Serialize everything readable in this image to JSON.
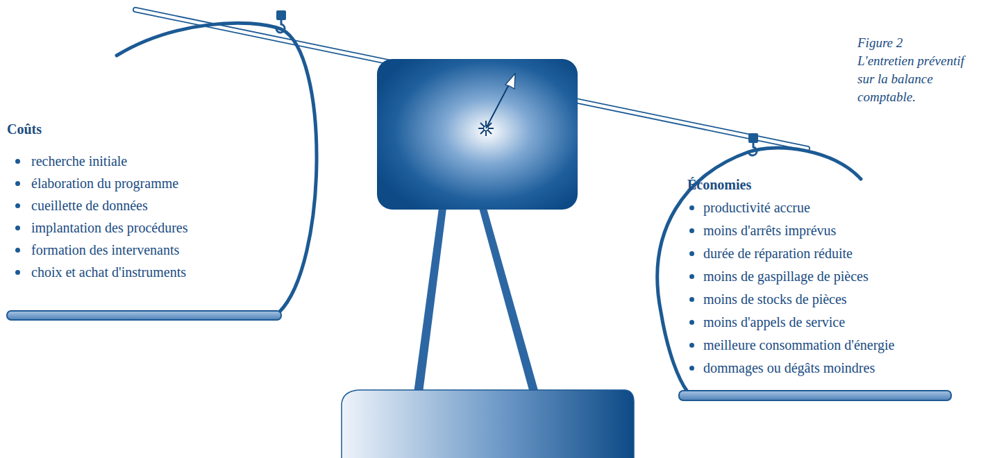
{
  "diagram": {
    "caption": "L'entretien préventif sur la balance comptable.",
    "nodes": [
      {
        "text": [
          "Coûts",
          "recherche initiale",
          "élaboration du programme",
          "cueillette de données",
          "implantation des procédures",
          "formation des intervenants",
          "choix et achat d'instruments"
        ]
      },
      {
        "text": [
          "Économies",
          "productivité accrue",
          "moins d'arrêts imprévus",
          "durée de réparation réduite",
          "moins de gaspillage de pièces",
          "moins de stocks de pièces",
          "moins d'appels de service",
          "meilleure consommation d'énergie",
          "dommages ou dégâts moindres"
        ]
      }
    ],
    "labels": [
      "Figure 2"
    ]
  }
}
